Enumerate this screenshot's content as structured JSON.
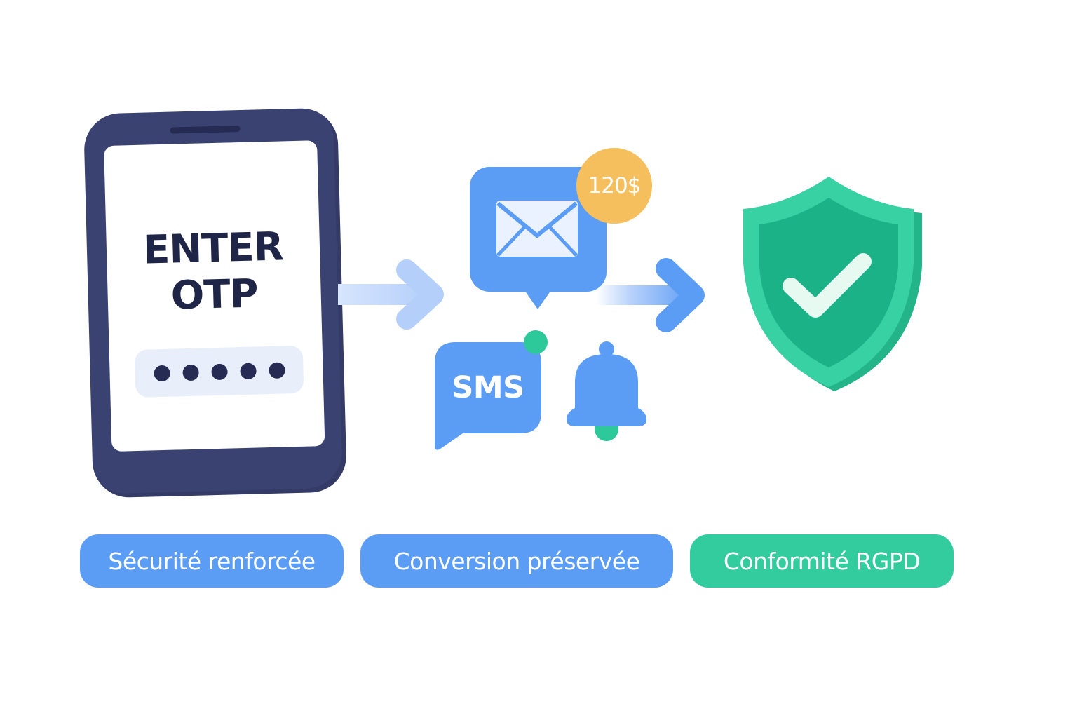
{
  "phone": {
    "title_line1": "ENTER",
    "title_line2": "OTP",
    "otp_digits_masked": 5
  },
  "channels": {
    "email_badge": "120$",
    "sms_label": "SMS"
  },
  "labels": {
    "security": "Sécurité renforcée",
    "conversion": "Conversion préservée",
    "compliance": "Conformité RGPD"
  },
  "colors": {
    "phone_body": "#3a4272",
    "accent_blue": "#5b9cf5",
    "accent_green": "#33cc9f",
    "badge_orange": "#f6bf5e",
    "dark_navy": "#252b52"
  },
  "icons": [
    "phone-icon",
    "arrow-right-icon",
    "envelope-icon",
    "sms-bubble-icon",
    "bell-icon",
    "shield-check-icon"
  ]
}
